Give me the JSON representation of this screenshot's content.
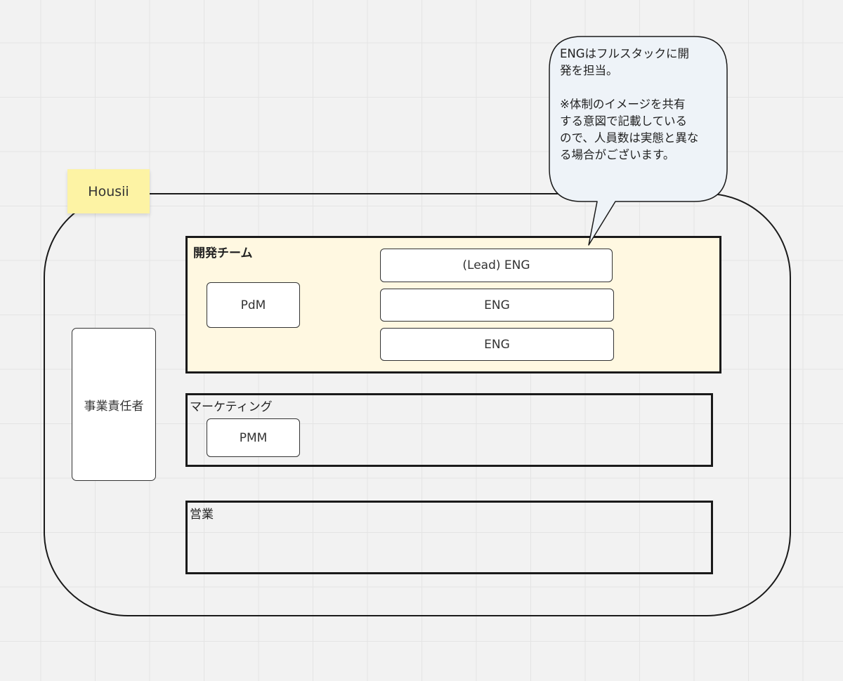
{
  "board": {
    "sticky_note": "Housii",
    "executive_label": "事業責任者",
    "groups": {
      "dev": {
        "title": "開発チーム",
        "pdm": "PdM",
        "lead_eng": "(Lead) ENG",
        "eng_2": "ENG",
        "eng_3": "ENG"
      },
      "marketing": {
        "title": "マーケティング",
        "pmm": "PMM"
      },
      "sales": {
        "title": "営業"
      }
    },
    "callout": {
      "text": "ENGはフルスタックに開\n発を担当。\n\n※体制のイメージを共有\nする意図で記載している\nので、人員数は実態と異な\nる場合がございます。"
    }
  },
  "colors": {
    "canvas": "#f2f2f2",
    "sticky": "#fdf3a4",
    "dev_group_fill": "#fff8e1",
    "callout_fill": "#eef3f8",
    "stroke": "#1a1a1a"
  }
}
